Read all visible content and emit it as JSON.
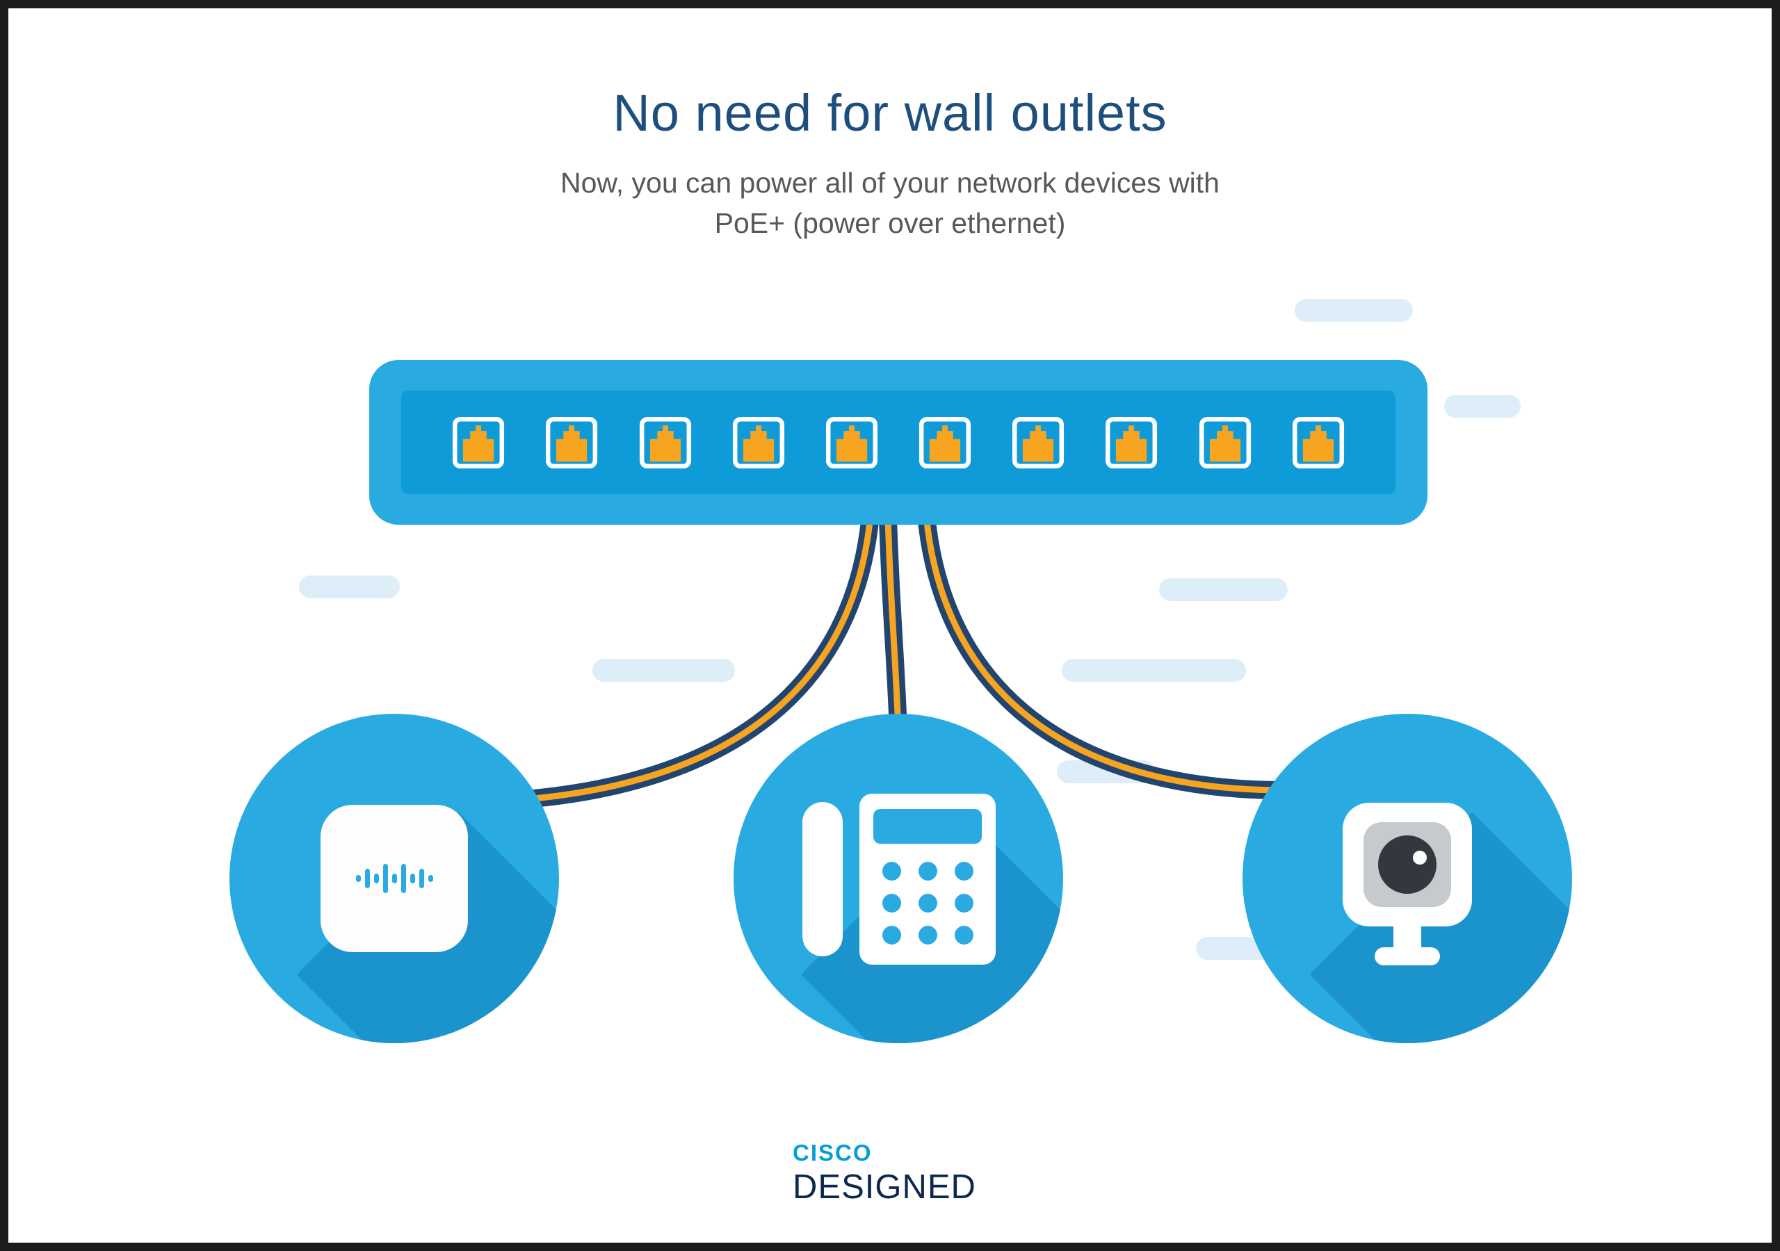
{
  "header": {
    "title": "No need for wall outlets",
    "subtitle_line1": "Now, you can power all of your network devices with",
    "subtitle_line2": "PoE+ (power over ethernet)"
  },
  "switch": {
    "port_count": 10
  },
  "devices": [
    {
      "name": "wireless-access-point-icon"
    },
    {
      "name": "voip-desk-phone-icon"
    },
    {
      "name": "webcam-icon"
    }
  ],
  "footer": {
    "brand_top": "CISCO",
    "brand_bottom": "DESIGNED"
  },
  "colors": {
    "title-blue": "#1d4e7e",
    "body-gray": "#58585a",
    "sky-blue": "#29abe2",
    "switch-inner-blue": "#0f9bd7",
    "circle-shadow-blue": "#1b93cc",
    "port-orange": "#f7a421",
    "cable-navy": "#21456f",
    "pill-blue": "#ddeef9",
    "cisco-blue": "#049fd9",
    "cisco-navy": "#0d274d"
  }
}
